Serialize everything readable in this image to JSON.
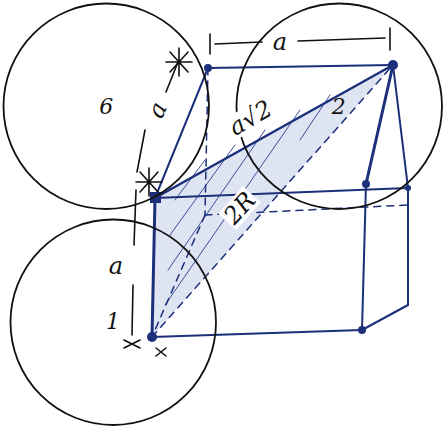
{
  "diagram": {
    "nodes": [
      {
        "text": [
          "6"
        ]
      },
      {
        "text": [
          "2"
        ]
      },
      {
        "text": [
          "1"
        ]
      }
    ],
    "labels": [
      "a",
      "a",
      "a√2",
      "2R",
      "a"
    ]
  }
}
